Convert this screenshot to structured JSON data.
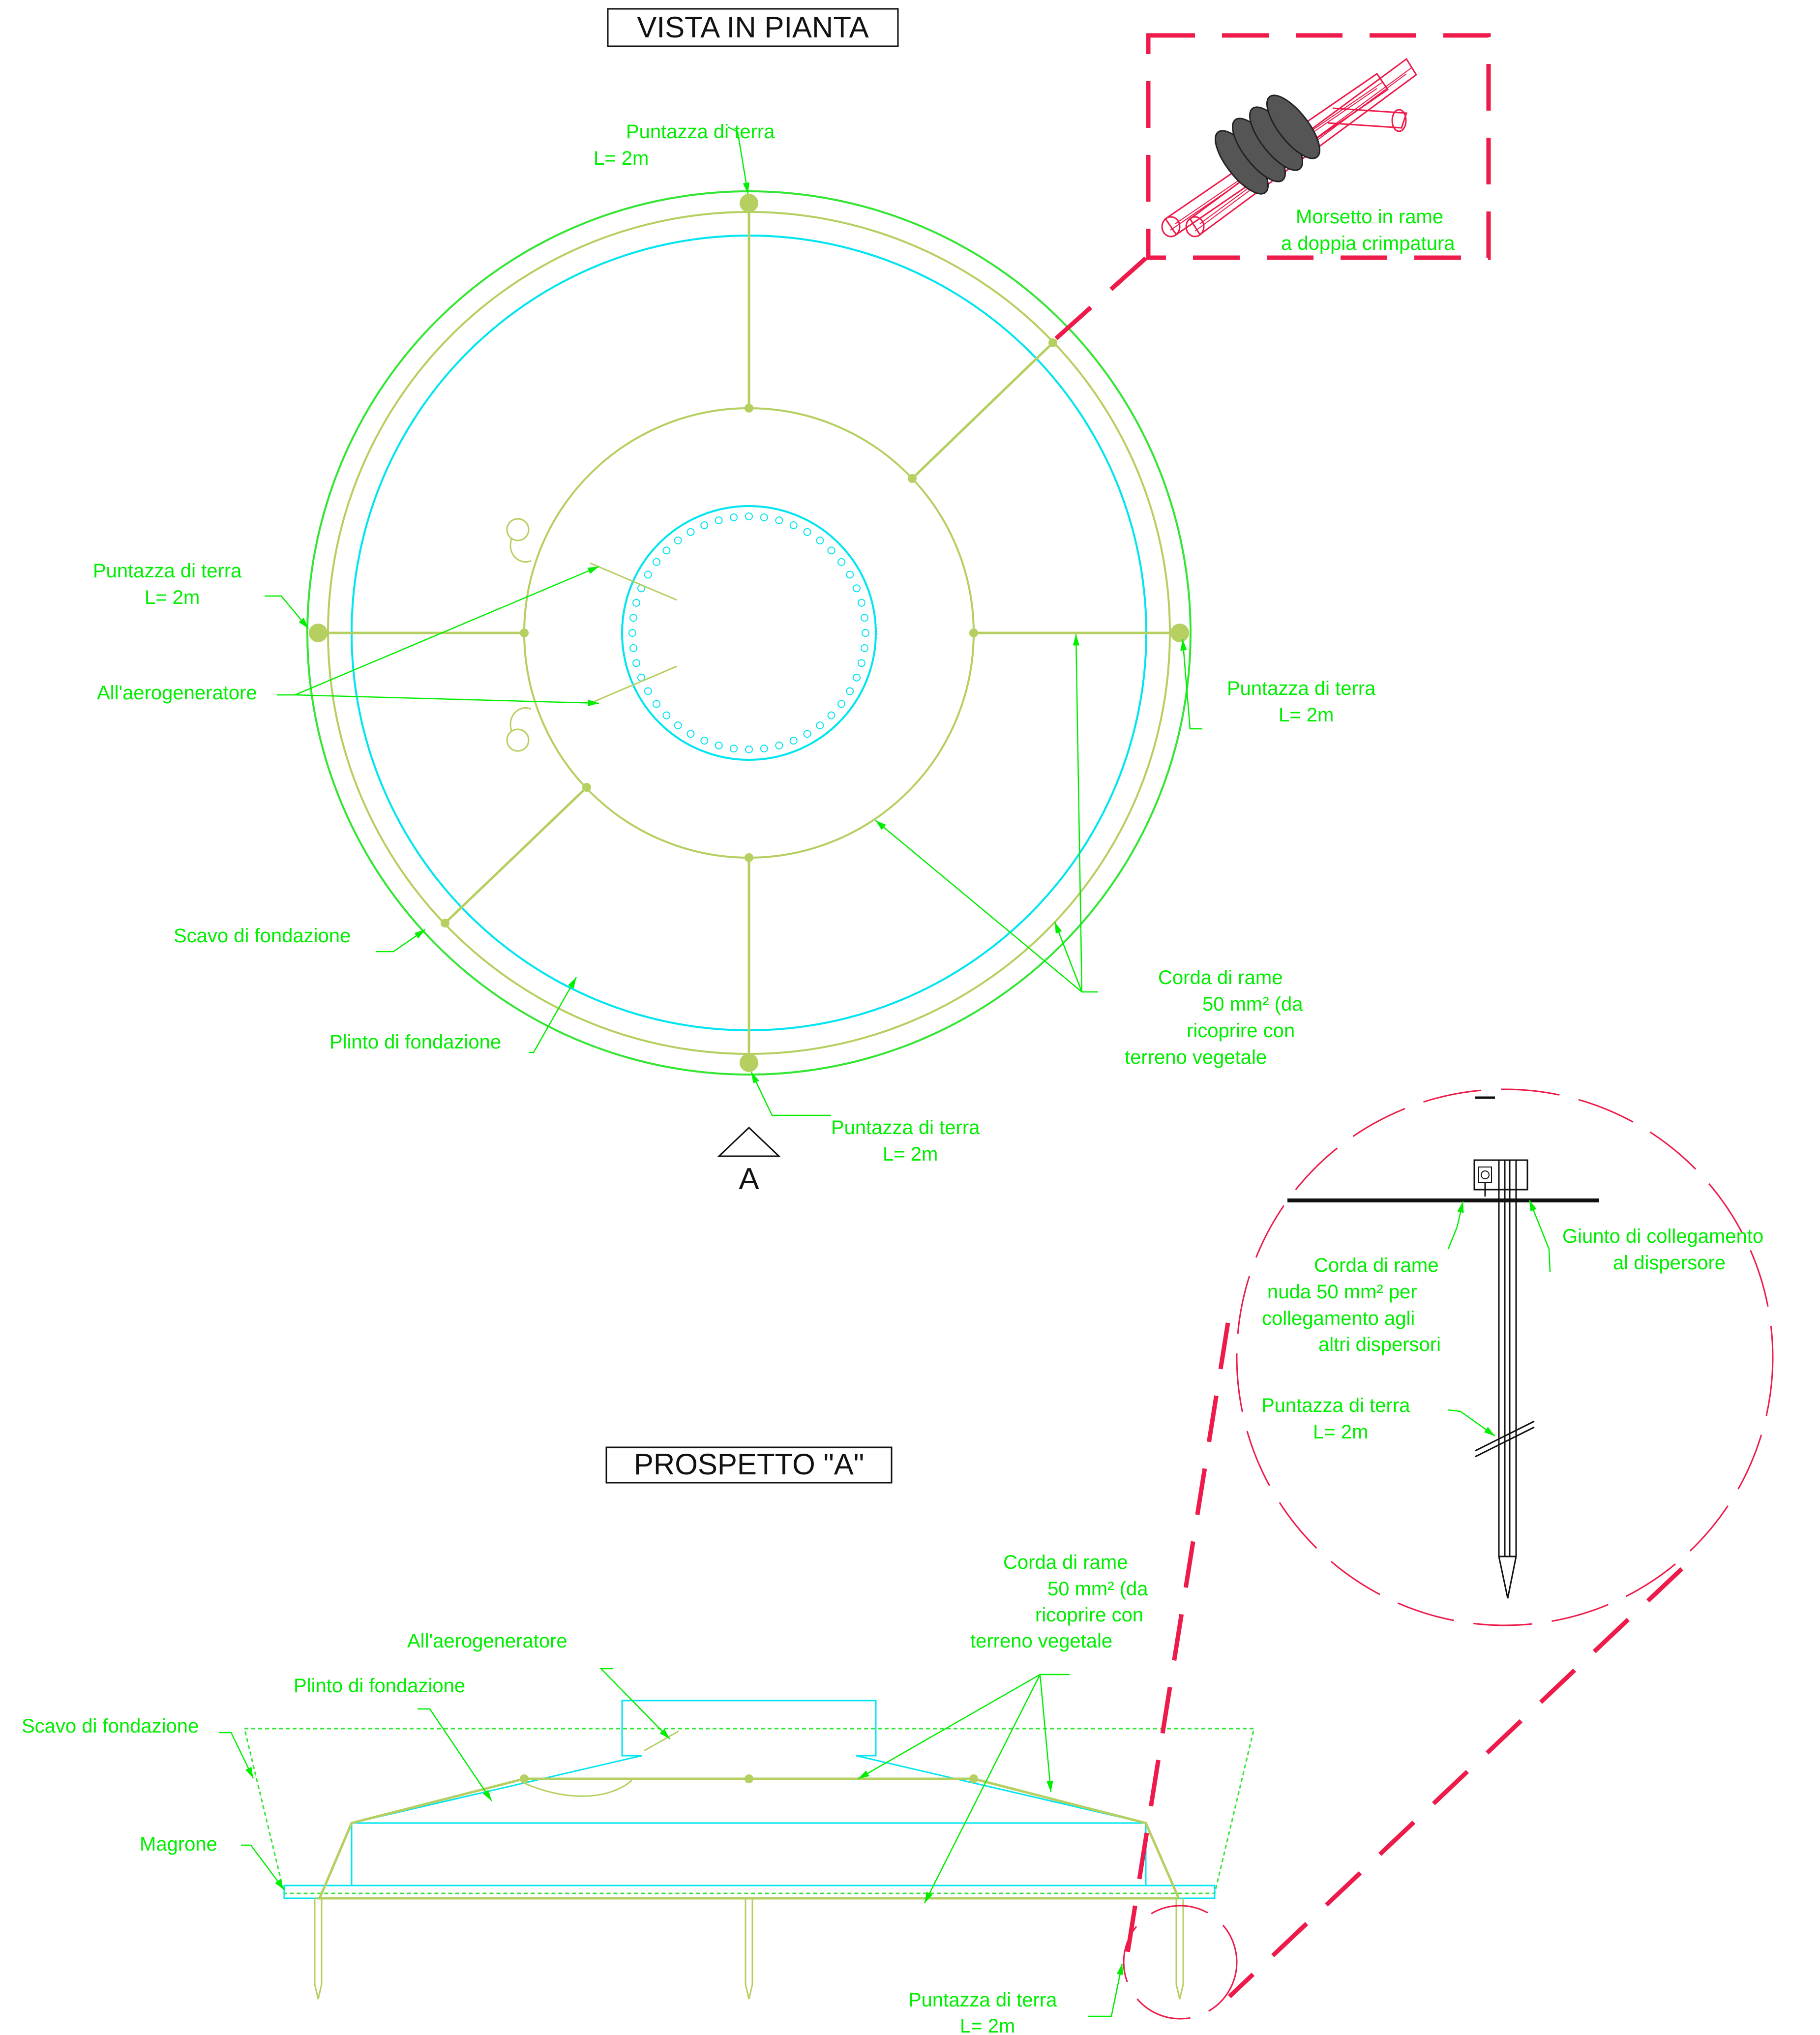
{
  "titles": {
    "plan_view": "VISTA IN PIANTA",
    "elevation_view": "PROSPETTO \"A\"",
    "section_marker": "A"
  },
  "plan_labels": {
    "rod_top": [
      "Puntazza di terra",
      "L= 2m"
    ],
    "rod_left": [
      "Puntazza di terra",
      "L= 2m"
    ],
    "rod_right": [
      "Puntazza di terra",
      "L= 2m"
    ],
    "rod_bottom": [
      "Puntazza di terra",
      "L= 2m"
    ],
    "to_turbine": "All'aerogeneratore",
    "excavation": "Scavo di fondazione",
    "foundation": "Plinto di fondazione",
    "copper_rope": [
      "Corda di rame",
      "50 mm² (da",
      "ricoprire con",
      "terreno vegetale"
    ]
  },
  "clamp_detail": [
    "Morsetto in rame",
    "a doppia crimpatura"
  ],
  "rod_detail": {
    "joint": [
      "Giunto di collegamento",
      "al dispersore"
    ],
    "bare_rope": [
      "Corda di rame",
      "nuda 50 mm² per",
      "collegamento agli",
      "altri dispersori"
    ],
    "rod": [
      "Puntazza di terra",
      "L= 2m"
    ]
  },
  "elevation_labels": {
    "copper_rope": [
      "Corda di rame",
      "50 mm² (da",
      "ricoprire con",
      "terreno vegetale"
    ],
    "to_turbine": "All'aerogeneratore",
    "foundation": "Plinto di fondazione",
    "excavation": "Scavo di fondazione",
    "lean_concrete": "Magrone",
    "rod": [
      "Puntazza di terra",
      "L= 2m"
    ]
  },
  "colors": {
    "label_green": "#00ee00",
    "earthing_olive": "#b5cf60",
    "foundation_cyan": "#00e5f0",
    "detail_red": "#ee1b4a",
    "ink": "#111111"
  }
}
